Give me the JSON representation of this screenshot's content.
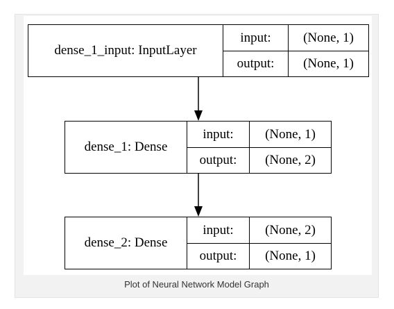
{
  "nodes": [
    {
      "name": "dense_1_input: InputLayer",
      "input_label": "input:",
      "input_value": "(None, 1)",
      "output_label": "output:",
      "output_value": "(None, 1)"
    },
    {
      "name": "dense_1: Dense",
      "input_label": "input:",
      "input_value": "(None, 1)",
      "output_label": "output:",
      "output_value": "(None, 2)"
    },
    {
      "name": "dense_2: Dense",
      "input_label": "input:",
      "input_value": "(None, 2)",
      "output_label": "output:",
      "output_value": "(None, 1)"
    }
  ],
  "edges": [
    {
      "from": "dense_1_input: InputLayer",
      "to": "dense_1: Dense"
    },
    {
      "from": "dense_1: Dense",
      "to": "dense_2: Dense"
    }
  ],
  "caption": "Plot of Neural Network Model Graph"
}
